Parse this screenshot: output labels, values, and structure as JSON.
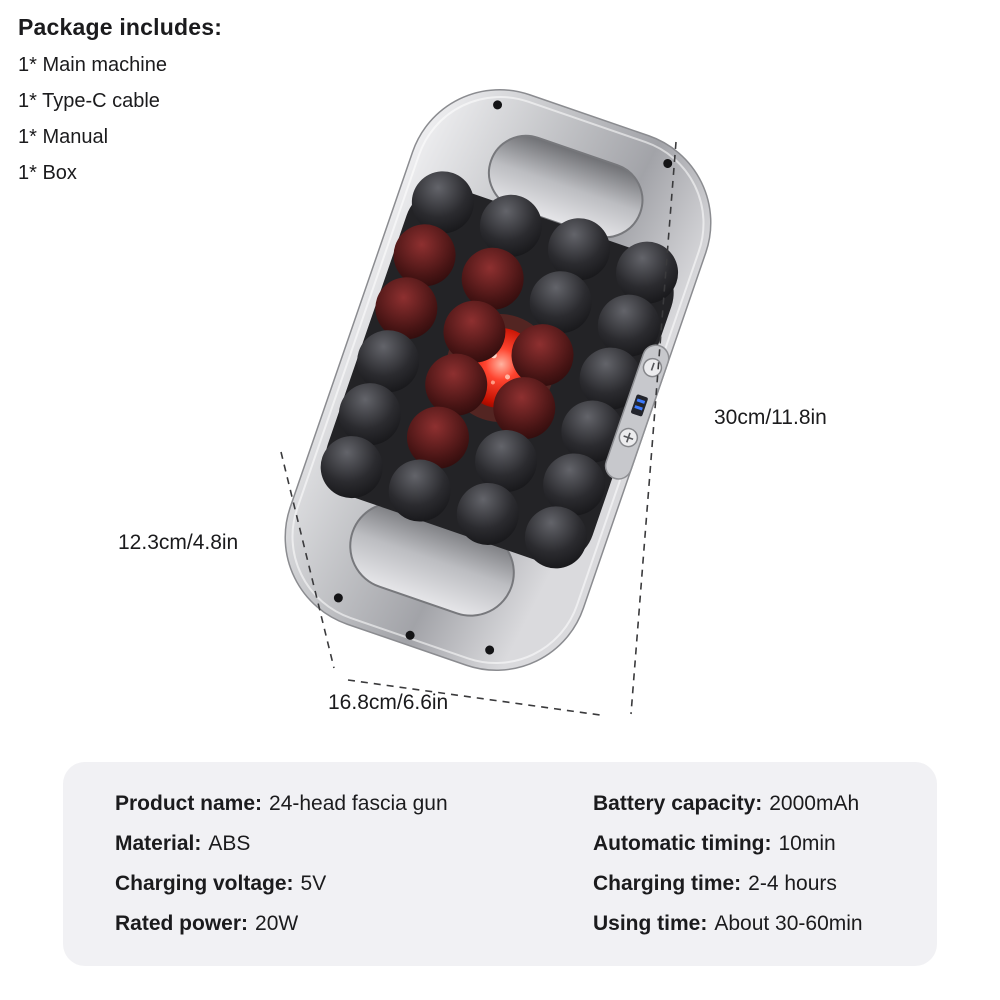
{
  "package": {
    "title": "Package includes:",
    "items": [
      "1* Main machine",
      "1* Type-C cable",
      "1* Manual",
      "1* Box"
    ]
  },
  "dimensions": {
    "length": "30cm/11.8in",
    "depth": "12.3cm/4.8in",
    "width": "16.8cm/6.6in"
  },
  "specs": {
    "left": [
      {
        "label": "Product name:",
        "value": "24-head fascia gun"
      },
      {
        "label": "Material:",
        "value": "ABS"
      },
      {
        "label": "Charging voltage:",
        "value": "5V"
      },
      {
        "label": "Rated power:",
        "value": "20W"
      }
    ],
    "right": [
      {
        "label": "Battery capacity:",
        "value": "2000mAh"
      },
      {
        "label": "Automatic timing:",
        "value": "10min"
      },
      {
        "label": "Charging time:",
        "value": "2-4 hours"
      },
      {
        "label": "Using time:",
        "value": "About 30-60min"
      }
    ]
  },
  "product": {
    "name": "24-head fascia gun",
    "colors": {
      "body_silver": "#c6c7cb",
      "massage_head_dark": "#1a1a1d",
      "led_red": "#ff2d1e",
      "spec_panel_bg": "#f1f1f4",
      "text": "#1b1b1d"
    }
  }
}
